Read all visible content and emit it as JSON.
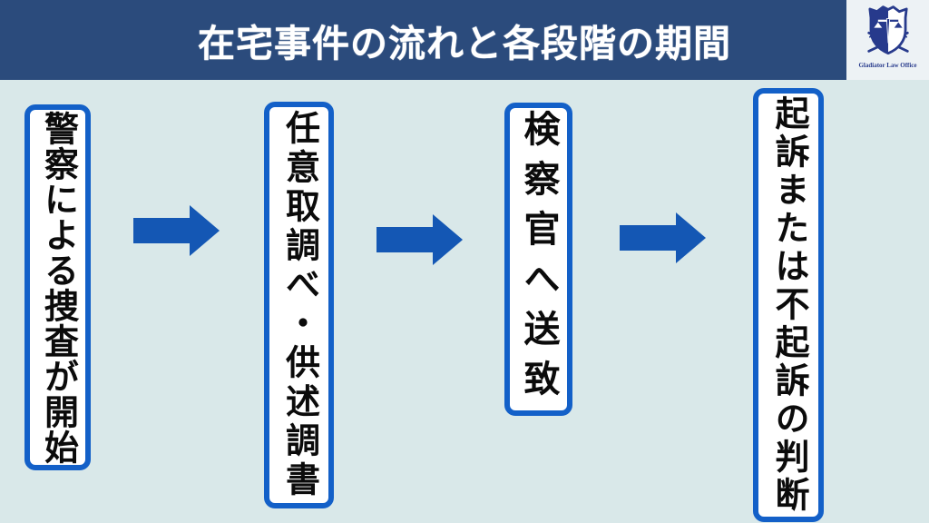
{
  "header": {
    "title": "在宅事件の流れと各段階の期間",
    "logo_text": "Gladiator Law Office"
  },
  "flow": {
    "steps": [
      {
        "label": "警察による捜査が開始"
      },
      {
        "label": "任意取調べ・供述調書"
      },
      {
        "label": "検察官へ送致"
      },
      {
        "label": "起訴または不起訴の判断"
      }
    ],
    "arrow_icon": "right-arrow"
  },
  "colors": {
    "header_bg": "#2b4b7c",
    "page_bg": "#d9e8e9",
    "box_border": "#1360c8",
    "box_bg": "#ffffff",
    "arrow": "#1457b4",
    "title_text": "#ffffff",
    "step_text": "#0b0b0b",
    "logo_navy": "#273a8c",
    "logo_panel_bg": "#edf2f5"
  }
}
